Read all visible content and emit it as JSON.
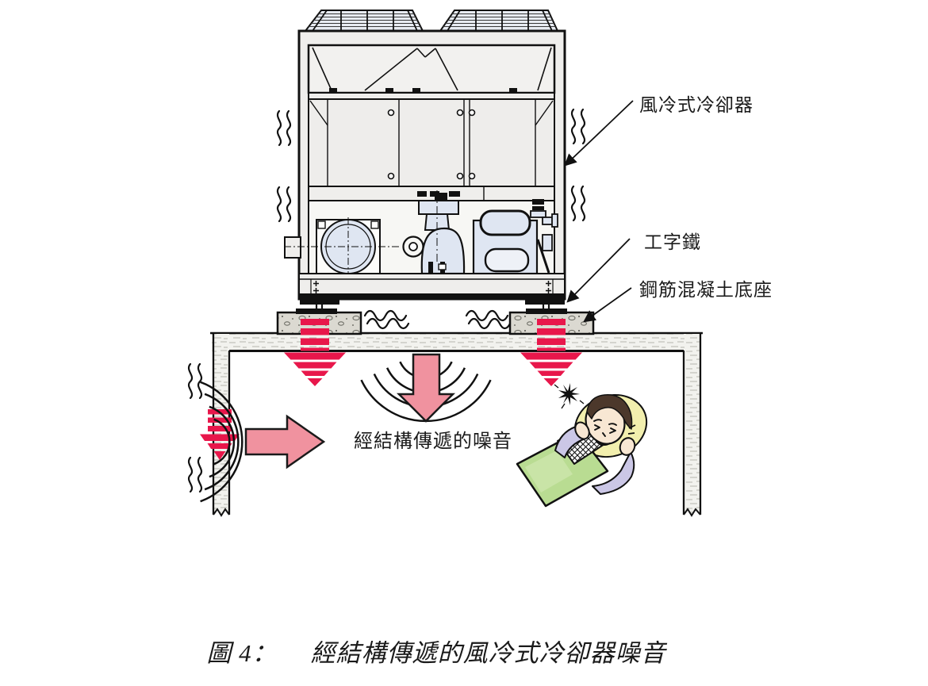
{
  "figure": {
    "labels": {
      "chiller": "風冷式冷卻器",
      "i_beam": "工字鐵",
      "concrete_base": "鋼筋混凝土底座",
      "structure_noise": "經結構傳遞的噪音"
    },
    "caption": {
      "figure_no": "圖 4：",
      "title": "經結構傳遞的風冷式冷卻器噪音"
    },
    "colors": {
      "vibration_red": "#e8174b",
      "noise_arrow_pink": "#f0929f",
      "machine_body": "#efeeec",
      "equipment_blue": "#dfe6f2",
      "blanket_green": "#b9dc92",
      "pillow_yellow": "#f2efae",
      "sleeve_lavender": "#cbc7e6",
      "skin": "#f8e7d3",
      "hair_brown": "#4c382b",
      "concrete_gray": "#dbd9d1",
      "line": "#111111"
    },
    "icons": [
      "vibration-squiggle-icon",
      "sound-wave-arcs-icon",
      "annoyance-burst-icon",
      "leader-arrow-icon"
    ]
  }
}
